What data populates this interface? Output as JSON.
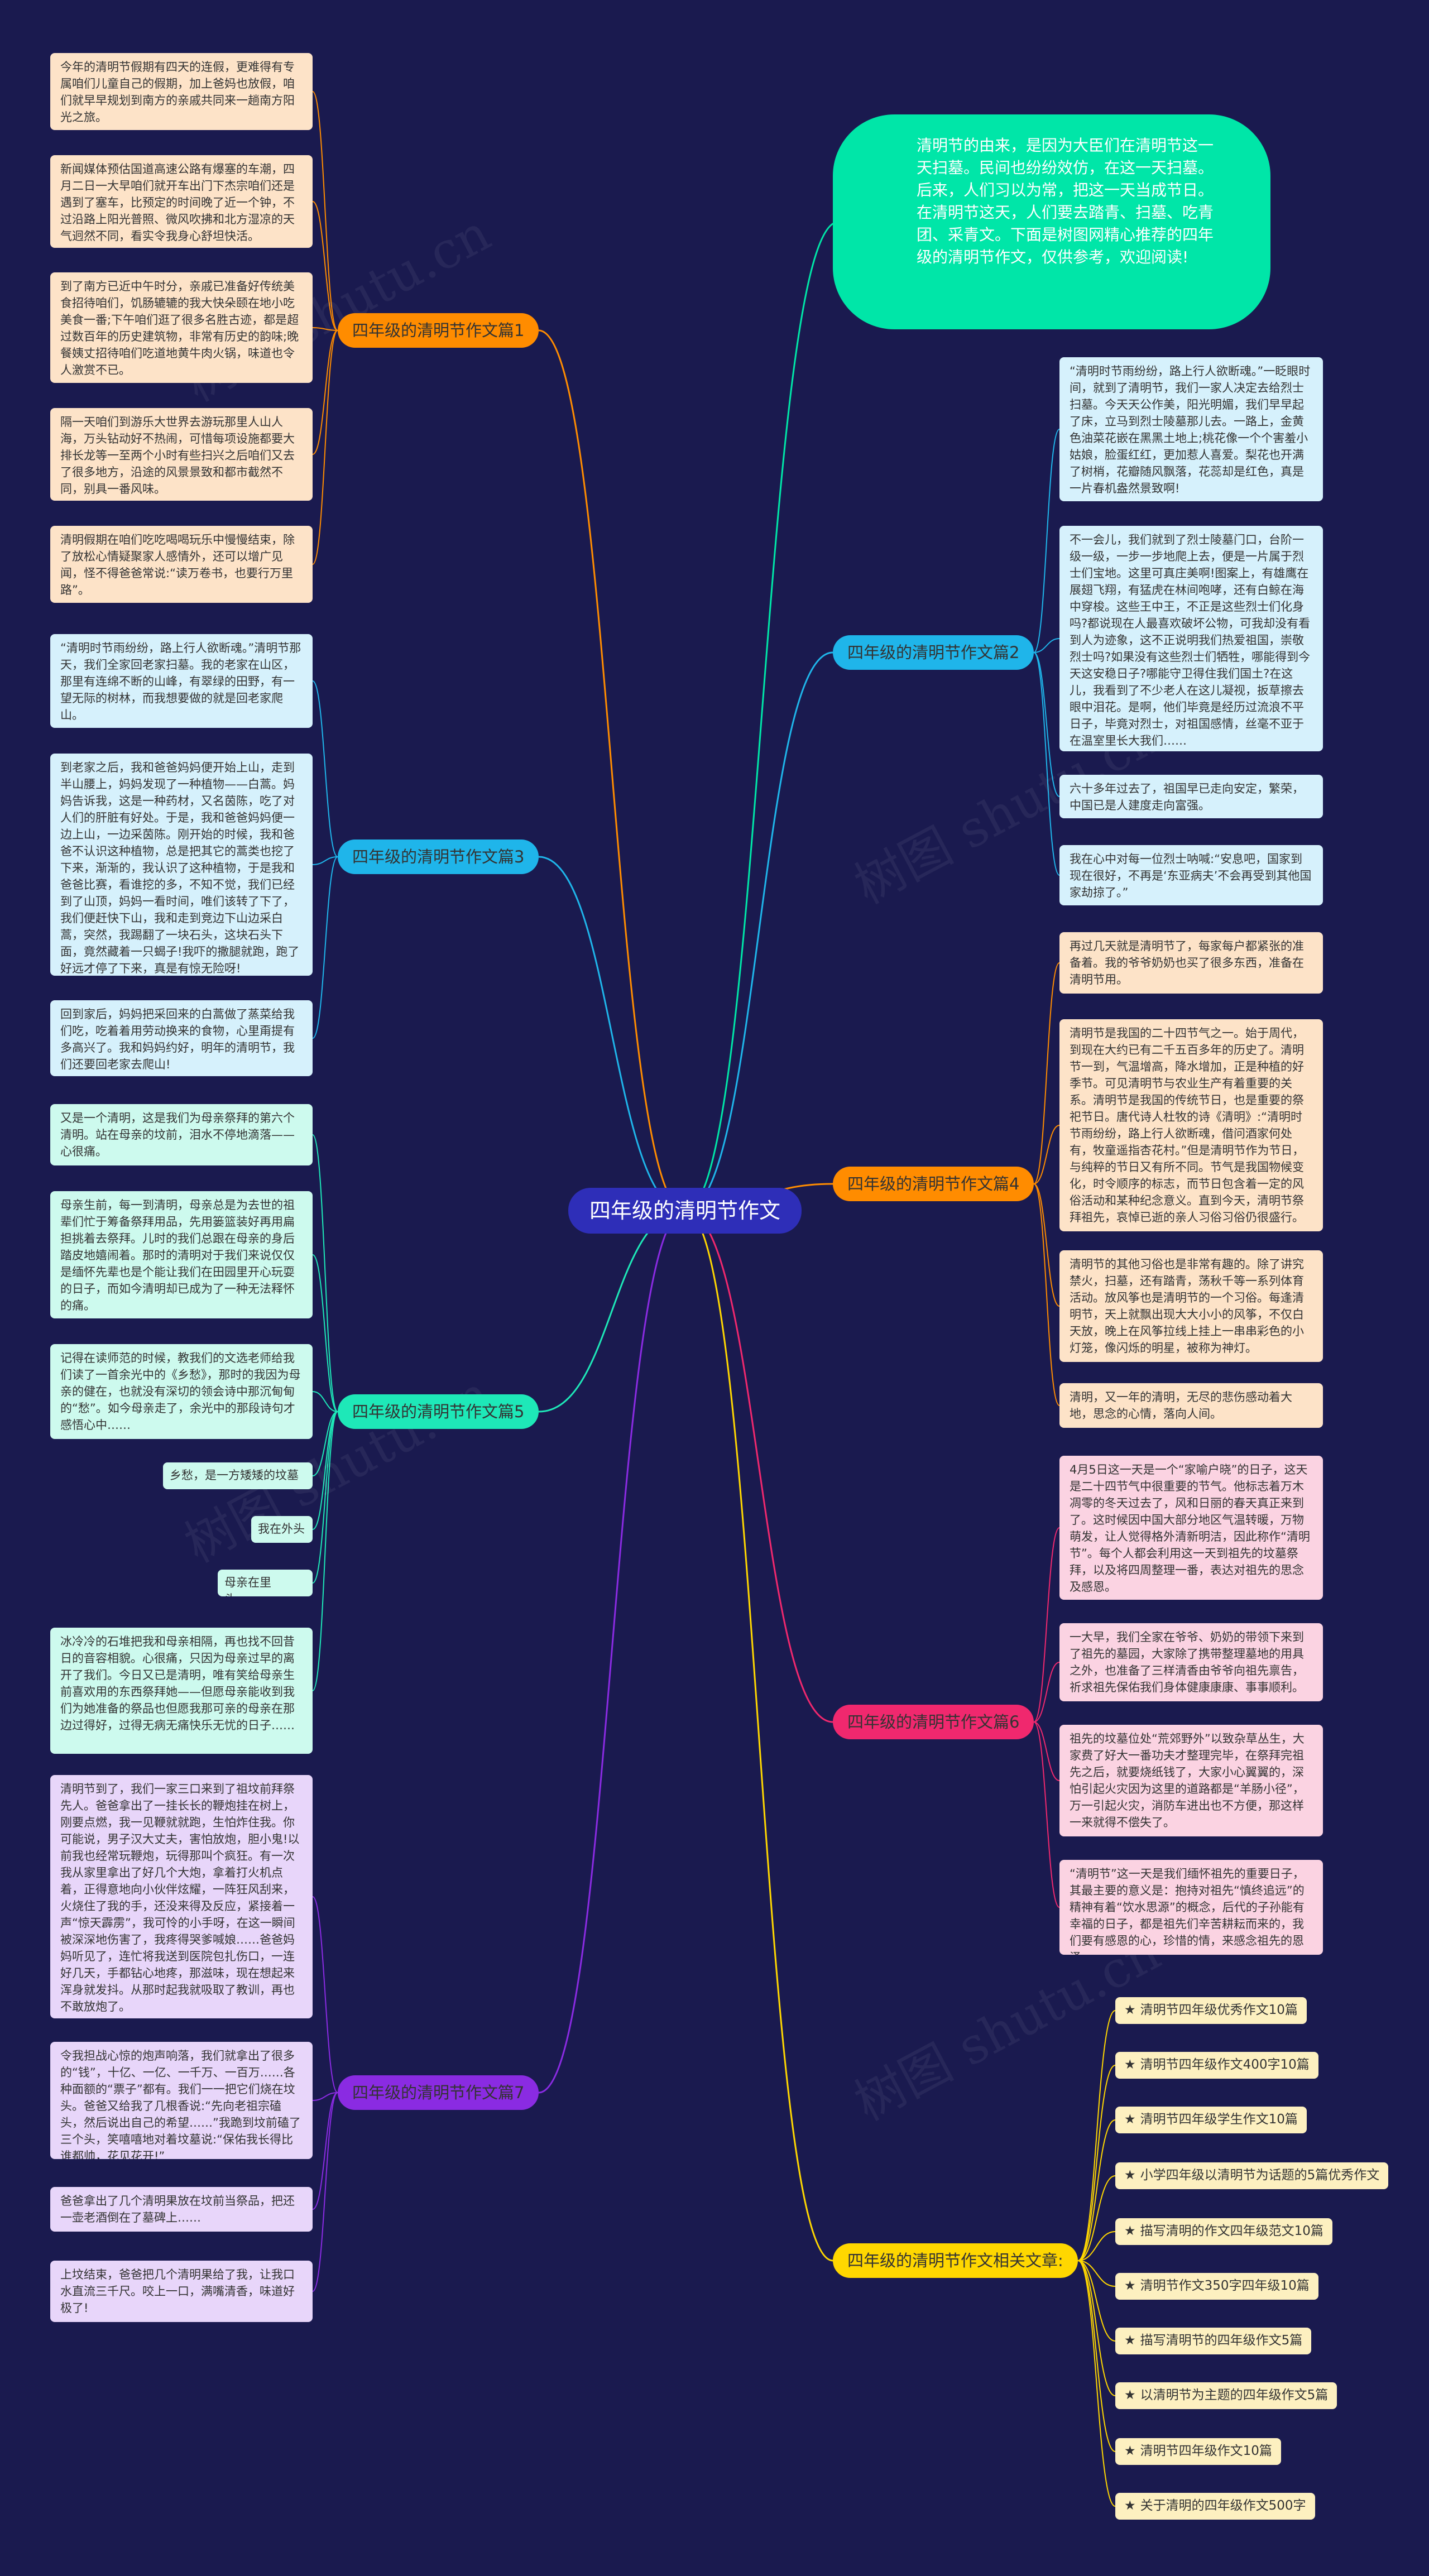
{
  "root": {
    "label": "四年级的清明节作文"
  },
  "intro": {
    "text": "清明节的由来，是因为大臣们在清明节这一天扫墓。民间也纷纷效仿，在这一天扫墓。后来，人们习以为常，把这一天当成节日。在清明节这天，人们要去踏青、扫墓、吃青团、采青文。下面是树图网精心推荐的四年级的清明节作文，仅供参考，欢迎阅读!"
  },
  "watermark": "树图 shutu.cn",
  "colors": {
    "background": "#1a1a4f",
    "root": "#2e2eb8",
    "intro": "#00e6a8",
    "b1": "#ff8c00",
    "b2": "#1fb5ea",
    "b3": "#1fb5ea",
    "b4": "#ff8c00",
    "b5": "#1ee8b8",
    "b6": "#f0286e",
    "b7": "#8a2be2",
    "b8": "#ffd700"
  },
  "branches": [
    {
      "id": "b1",
      "label": "四年级的清明节作文篇1",
      "leaves": [
        "今年的清明节假期有四天的连假，更难得有专属咱们儿童自己的假期，加上爸妈也放假，咱们就早早规划到南方的亲戚共同来一趟南方阳光之旅。",
        "新闻媒体预估国道高速公路有爆塞的车潮，四月二日一大早咱们就开车出门下杰宗咱们还是遇到了塞车，比预定的时间晚了近一个钟，不过沿路上阳光普照、微风吹拂和北方湿凉的天气迥然不同，看实令我身心舒坦快活。",
        "到了南方已近中午时分，亲戚已准备好传统美食招待咱们，饥肠辘辘的我大快朵颐在地小吃美食一番;下午咱们逛了很多名胜古迹，都是超过数百年的历史建筑物，非常有历史的韵味;晚餐姨丈招待咱们吃道地黄牛肉火锅，味道也令人激赏不已。",
        "隔一天咱们到游乐大世界去游玩那里人山人海，万头钻动好不热闹，可惜每项设施都要大排长龙等一至两个小时有些扫兴之后咱们又去了很多地方，沿途的风景景致和都市截然不同，别具一番风味。",
        "清明假期在咱们吃吃喝喝玩乐中慢慢结束，除了放松心情疑聚家人感情外，还可以增广见闻，怪不得爸爸常说:“读万卷书，也要行万里路”。"
      ]
    },
    {
      "id": "b2",
      "label": "四年级的清明节作文篇2",
      "leaves": [
        "“清明时节雨纷纷，路上行人欲断魂。”一眨眼时间，就到了清明节，我们一家人决定去给烈士扫墓。今天天公作美，阳光明媚，我们早早起了床，立马到烈士陵墓那儿去。一路上，金黄色油菜花嵌在黑黑土地上;桃花像一个个害羞小姑娘，脸蛋红红，更加惹人喜爱。梨花也开满了树梢，花瓣随风飘落，花蕊却是红色，真是一片春机盎然景致啊!",
        "不一会儿，我们就到了烈士陵墓门口，台阶一级一级，一步一步地爬上去，便是一片属于烈士们宝地。这里可真庄美啊!图案上，有雄鹰在展翅飞翔，有猛虎在林间咆哮，还有白鲸在海中穿梭。这些王中王，不正是这些烈士们化身吗?都说现在人最喜欢破坏公物，可我却没有看到人为迹象，这不正说明我们热爱祖国，崇敬烈士吗?如果没有这些烈士们牺牲，哪能得到今天这安稳日子?哪能守卫得住我们国土?在这儿，我看到了不少老人在这儿凝视，扳草擦去眼中泪花。是啊，他们毕竟是经历过流浪不平日子，毕竟对烈士，对祖国感情，丝毫不亚于在温室里长大我们……",
        "六十多年过去了，祖国早已走向安定，繁荣，中国已是人建度走向富强。",
        "我在心中对每一位烈士呐喊:“安息吧，国家到现在很好，不再是‘东亚病夫’不会再受到其他国家劫掠了。”"
      ]
    },
    {
      "id": "b3",
      "label": "四年级的清明节作文篇3",
      "leaves": [
        "“清明时节雨纷纷，路上行人欲断魂。”清明节那天，我们全家回老家扫墓。我的老家在山区，那里有连绵不断的山峰，有翠绿的田野，有一望无际的树林，而我想要做的就是回老家爬山。",
        "到老家之后，我和爸爸妈妈便开始上山，走到半山腰上，妈妈发现了一种植物——白蒿。妈妈告诉我，这是一种药材，又名茵陈，吃了对人们的肝脏有好处。于是，我和爸爸妈妈便一边上山，一边采茵陈。刚开始的时候，我和爸爸不认识这种植物，总是把其它的蒿类也挖了下来，渐渐的，我认识了这种植物，于是我和爸爸比赛，看谁挖的多，不知不觉，我们已经到了山顶，妈妈一看时间，唯们该转了下了，我们便赶快下山，我和走到竞边下山边采白蒿，突然，我踢翻了一块石头，这块石头下面，竟然藏着一只蝎子!我吓的撒腿就跑，跑了好远才停了下来，真是有惊无险呀!",
        "回到家后，妈妈把采回来的白蒿做了蒸菜给我们吃，吃着着用劳动换来的食物，心里甭提有多高兴了。我和妈妈约好，明年的清明节，我们还要回老家去爬山!"
      ]
    },
    {
      "id": "b4",
      "label": "四年级的清明节作文篇4",
      "leaves": [
        "再过几天就是清明节了，每家每户都紧张的准备着。我的爷爷奶奶也买了很多东西，准备在清明节用。",
        "清明节是我国的二十四节气之一。始于周代，到现在大约已有二千五百多年的历史了。清明节一到，气温增高，降水增加，正是种植的好季节。可见清明节与农业生产有着重要的关系。清明节是我国的传统节日，也是重要的祭祀节日。唐代诗人杜牧的诗《清明》:“清明时节雨纷纷，路上行人欲断魂，借问酒家何处有，牧童遥指杏花村。”但是清明节作为节日，与纯粹的节日又有所不同。节气是我国物候变化，时令顺序的标志，而节日包含着一定的风俗活动和某种纪念意义。直到今天，清明节祭拜祖先，哀悼已逝的亲人习俗习俗仍很盛行。",
        "清明节的其他习俗也是非常有趣的。除了讲究禁火，扫墓，还有踏青，荡秋千等一系列体育活动。放风筝也是清明节的一个习俗。每逢清明节，天上就飘出现大大小小的风筝，不仅白天放，晚上在风筝拉线上挂上一串串彩色的小灯笼，像闪烁的明星，被称为神灯。",
        "清明，又一年的清明，无尽的悲伤感动着大地，思念的心情，落向人间。"
      ]
    },
    {
      "id": "b5",
      "label": "四年级的清明节作文篇5",
      "leaves": [
        "又是一个清明，这是我们为母亲祭拜的第六个清明。站在母亲的坟前，泪水不停地滴落——心很痛。",
        "母亲生前，每一到清明，母亲总是为去世的祖辈们忙于筹备祭拜用品，先用篓篮装好再用扁担挑着去祭拜。儿时的我们总跟在母亲的身后踏皮地嬉闹着。那时的清明对于我们来说仅仅是缅怀先辈也是个能让我们在田园里开心玩耍的日子，而如今清明却已成为了一种无法释怀的痛。",
        "记得在读师范的时候，教我们的文选老师给我们读了一首余光中的《乡愁》，那时的我因为母亲的健在，也就没有深切的领会诗中那沉甸甸的“愁”。如今母亲走了，余光中的那段诗句才感悟心中……",
        "乡愁，是一方矮矮的坟墓",
        "我在外头",
        "母亲在里头……",
        "冰冷冷的石堆把我和母亲相隔，再也找不回昔日的音容相貌。心很痛，只因为母亲过早的离开了我们。今日又已是清明，唯有笑给母亲生前喜欢用的东西祭拜她——但愿母亲能收到我们为她准备的祭品也但愿我那可亲的母亲在那边过得好，过得无病无痛快乐无忧的日子……"
      ]
    },
    {
      "id": "b6",
      "label": "四年级的清明节作文篇6",
      "leaves": [
        "4月5日这一天是一个“家喻户晓”的日子，这天是二十四节气中很重要的节气。他标志着万木凋零的冬天过去了，风和日丽的春天真正来到了。这时候因中国大部分地区气温转暖，万物萌发，让人觉得格外清新明洁，因此称作“清明节”。每个人都会利用这一天到祖先的坟墓祭拜，以及将四周整理一番，表达对祖先的思念及感恩。",
        "一大早，我们全家在爷爷、奶奶的带领下来到了祖先的墓园，大家除了携带整理墓地的用具之外，也准备了三样清香由爷爷向祖先禀告，祈求祖先保佑我们身体健康康康、事事顺利。",
        "祖先的坟墓位处“荒郊野外”以致杂草丛生，大家费了好大一番功夫才整理完毕，在祭拜完祖先之后，就要烧纸钱了，大家小心翼翼的，深怕引起火灾因为这里的道路都是“羊肠小径”，万一引起火灾，消防车进出也不方便，那这样一来就得不偿失了。",
        "“清明节”这一天是我们缅怀祖先的重要日子，其最主要的意义是：抱持对祖先“慎终追远”的精神有着“饮水思源”的概念，后代的子孙能有幸福的日子，都是祖先们辛苦耕耘而来的，我们要有感恩的心，珍惜的情，来感念祖先的恩泽。"
      ]
    },
    {
      "id": "b7",
      "label": "四年级的清明节作文篇7",
      "leaves": [
        "清明节到了，我们一家三口来到了祖坟前拜祭先人。爸爸拿出了一挂长长的鞭炮挂在树上，刚要点燃，我一见鞭就就跑，生怕炸住我。你可能说，男子汉大丈夫，害怕放炮，胆小鬼!以前我也经常玩鞭炮，玩得那叫个疯狂。有一次我从家里拿出了好几个大炮，拿着打火机点着，正得意地向小伙伴炫耀，一阵狂风刮来，火烧住了我的手，还没来得及反应，紧接着一声“惊天霹雳”，我可怜的小手呀，在这一瞬间被深深地伤害了，我疼得哭爹喊娘……爸爸妈妈听见了，连忙将我送到医院包扎伤口，一连好几天，手都钻心地疼，那滋味，现在想起来浑身就发抖。从那时起我就吸取了教训，再也不敢放炮了。",
        "令我担战心惊的炮声响落，我们就拿出了很多的“钱”，十亿、一亿、一千万、一百万……各种面额的“票子”都有。我们一一把它们烧在坟头。爸爸又给我了几根香说:“先向老祖宗磕头，然后说出自己的希望……”我跪到坟前磕了三个头，笑嘻嘻地对着坟墓说:“保佑我长得比谁都帅，花见花开!”",
        "爸爸拿出了几个清明果放在坟前当祭品，把还一壶老酒倒在了墓碑上……",
        "上坟结束，爸爸把几个清明果给了我，让我口水直流三千尺。咬上一口，满嘴清香，味道好极了!"
      ]
    },
    {
      "id": "b8",
      "label": "四年级的清明节作文相关文章:",
      "leaves": [
        "清明节四年级优秀作文10篇",
        "清明节四年级作文400字10篇",
        "清明节四年级学生作文10篇",
        "小学四年级以清明节为话题的5篇优秀作文",
        "描写清明的作文四年级范文10篇",
        "清明节作文350字四年级10篇",
        "描写清明节的四年级作文5篇",
        "以清明节为主题的四年级作文5篇",
        "清明节四年级作文10篇",
        "关于清明的四年级作文500字"
      ]
    }
  ]
}
